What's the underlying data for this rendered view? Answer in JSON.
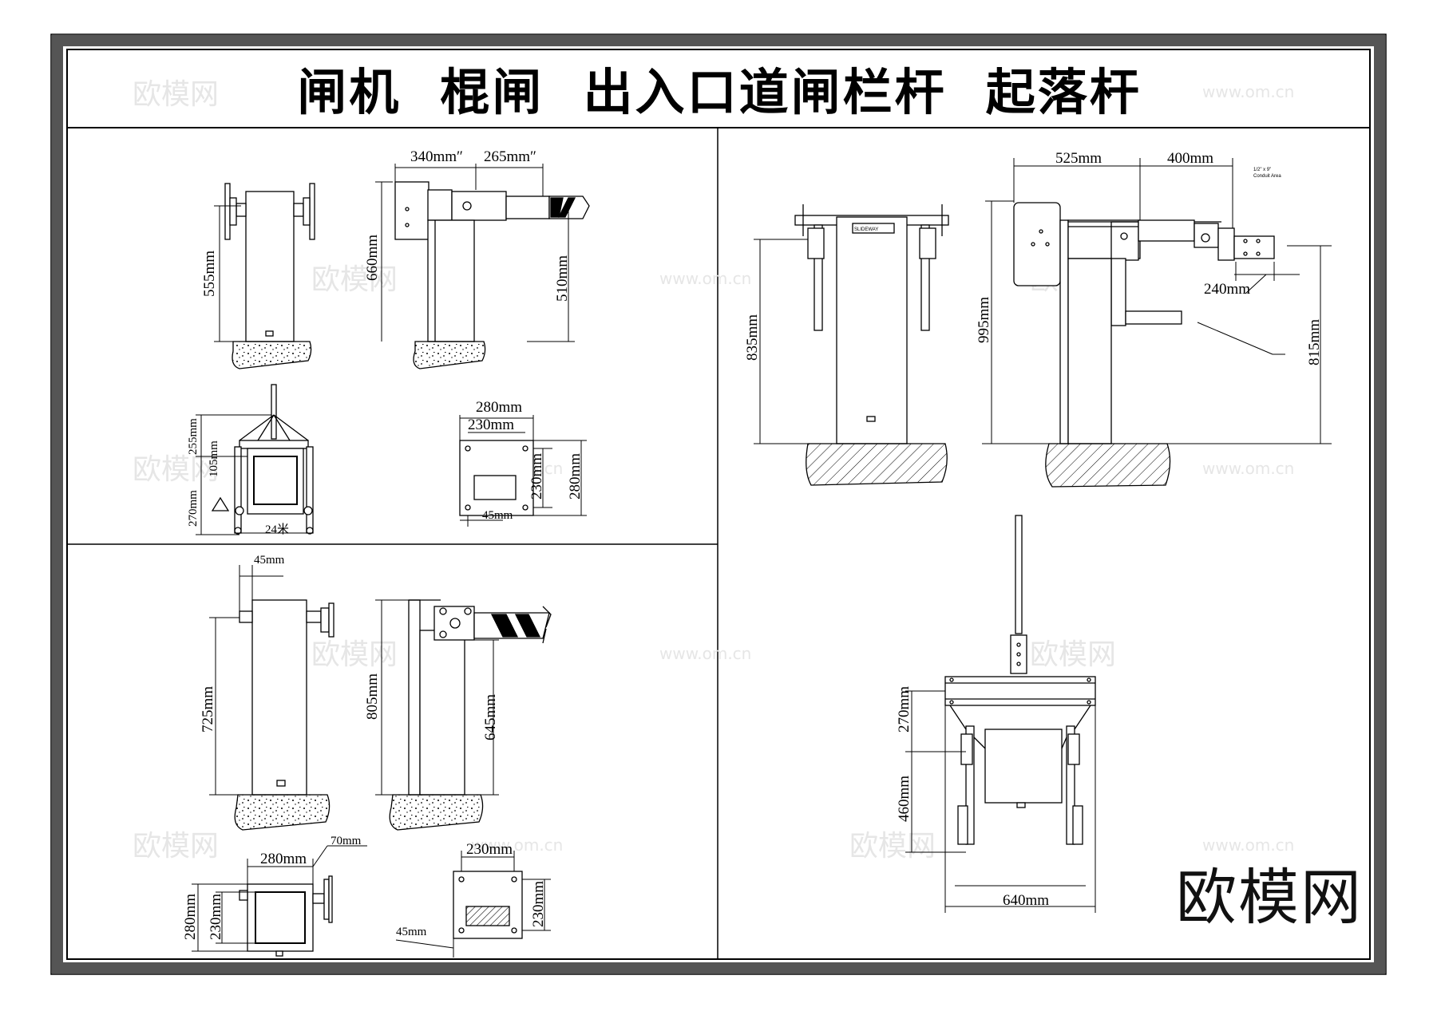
{
  "title": "闸机  棍闸  出入口道闸栏杆  起落杆",
  "brand": "欧模网",
  "watermarks": [
    "欧模网",
    "www.om.cn"
  ],
  "panels": {
    "top_left": {
      "front_height": "555mm",
      "side_widths": [
        "340mm″",
        "265mm″"
      ],
      "side_heights": [
        "660mm",
        "510mm"
      ],
      "top_heights": [
        "255mm",
        "105mm",
        "270mm"
      ],
      "top_width": "24米",
      "base_widths": [
        "280mm",
        "230mm"
      ],
      "base_heights": [
        "230mm",
        "280mm"
      ],
      "base_offset": "45mm"
    },
    "bottom_left": {
      "offset_top": "45mm",
      "front_height": "725mm",
      "side_heights": [
        "805mm",
        "645mm"
      ],
      "top_widths": [
        "280mm",
        "70mm"
      ],
      "top_heights": [
        "280mm",
        "230mm"
      ],
      "base_width": "230mm",
      "base_height": "230mm",
      "base_offset": "45mm"
    },
    "right": {
      "front_height": "835mm",
      "side_widths": [
        "525mm",
        "400mm"
      ],
      "side_heights": [
        "995mm",
        "815mm"
      ],
      "arm_width": "240mm",
      "brand_plate": "SLIDEWAY",
      "conduit_note": [
        "1/2\" x 9\"",
        "Conduit Area"
      ],
      "top_heights": [
        "270mm",
        "460mm"
      ],
      "top_width": "640mm"
    }
  }
}
